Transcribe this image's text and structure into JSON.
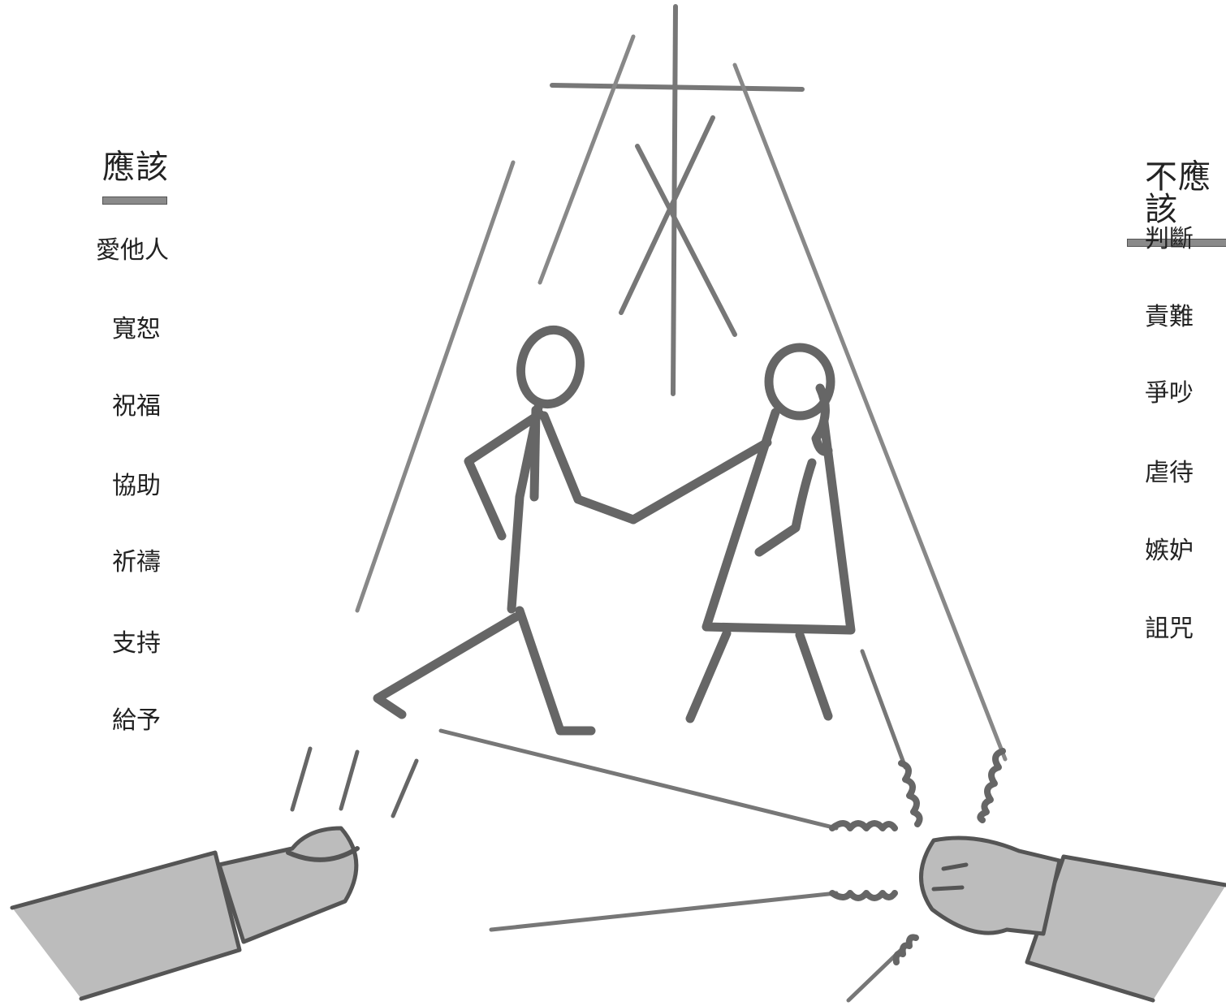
{
  "should": {
    "title": "應該",
    "items": [
      "愛他人",
      "寬恕",
      "祝福",
      "協助",
      "祈禱",
      "支持",
      "給予"
    ]
  },
  "should_not": {
    "title": "不應該",
    "items": [
      "判斷",
      "責難",
      "爭吵",
      "虐待",
      "嫉妒",
      "詛咒"
    ]
  },
  "colors": {
    "ink": "#555555",
    "fill": "#8c8c8c",
    "text": "#222222"
  }
}
